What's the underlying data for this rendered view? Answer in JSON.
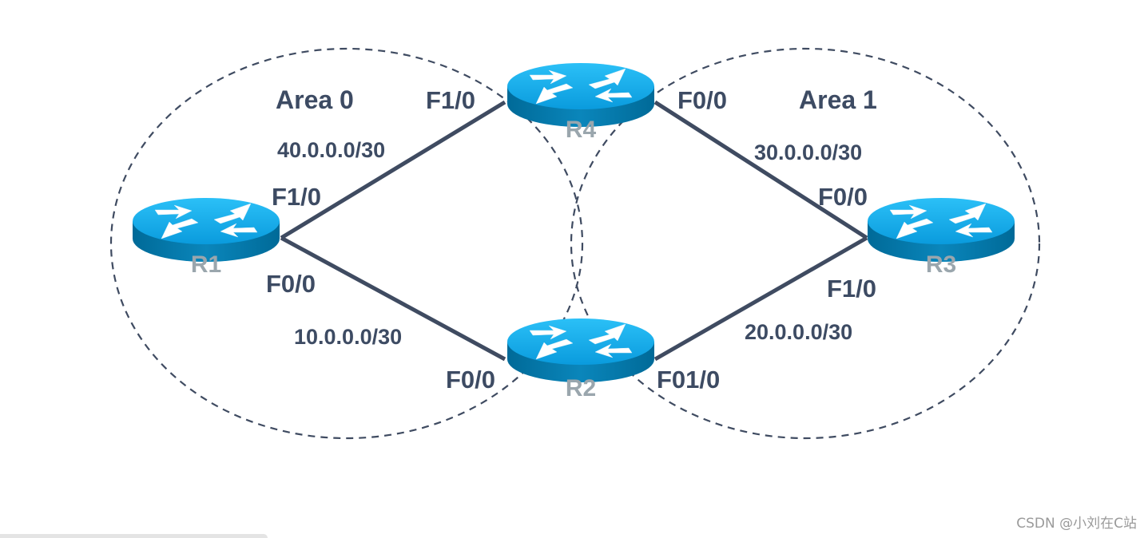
{
  "areas": [
    {
      "id": "area0",
      "label": "Area 0"
    },
    {
      "id": "area1",
      "label": "Area 1"
    }
  ],
  "routers": [
    {
      "id": "r1",
      "name": "R1"
    },
    {
      "id": "r2",
      "name": "R2"
    },
    {
      "id": "r3",
      "name": "R3"
    },
    {
      "id": "r4",
      "name": "R4"
    }
  ],
  "links": [
    {
      "id": "r1-r4",
      "network": "40.0.0.0/30",
      "a_interface": "F1/0",
      "b_interface": "F1/0"
    },
    {
      "id": "r1-r2",
      "network": "10.0.0.0/30",
      "a_interface": "F0/0",
      "b_interface": "F0/0"
    },
    {
      "id": "r4-r3",
      "network": "30.0.0.0/30",
      "a_interface": "F0/0",
      "b_interface": "F0/0"
    },
    {
      "id": "r2-r3",
      "network": "20.0.0.0/30",
      "a_interface": "F01/0",
      "b_interface": "F1/0"
    }
  ],
  "colors": {
    "line": "#3f4b61",
    "router_top": "#14aaea",
    "router_side": "#0077aa",
    "label": "#3d4b63",
    "router_name": "#9aa6ad"
  },
  "watermark": "CSDN @小刘在C站"
}
